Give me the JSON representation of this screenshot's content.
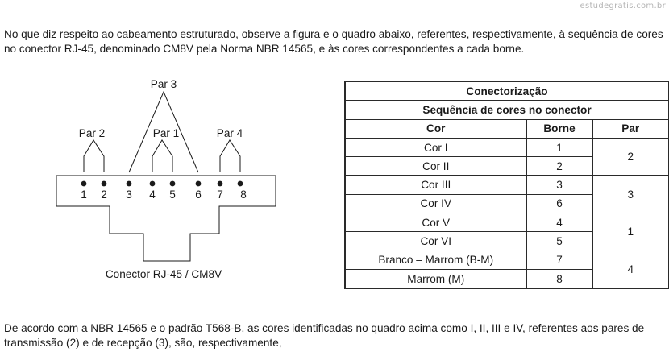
{
  "watermark": "estudegratis.com.br",
  "intro": "No que diz respeito ao cabeamento estruturado, observe a figura e o quadro abaixo, referentes, respectivamente, à sequência de cores no conector RJ-45, denominado CM8V pela Norma NBR 14565, e às cores correspondentes a cada borne.",
  "figure": {
    "pairs": {
      "par3": "Par 3",
      "par2": "Par 2",
      "par1": "Par 1",
      "par4": "Par 4"
    },
    "pins": [
      "1",
      "2",
      "3",
      "4",
      "5",
      "6",
      "7",
      "8"
    ],
    "caption": "Conector RJ-45 / CM8V"
  },
  "table": {
    "title": "Conectorização",
    "subtitle": "Sequência de cores no conector",
    "headers": {
      "cor": "Cor",
      "borne": "Borne",
      "par": "Par"
    },
    "rows": [
      {
        "cor": "Cor I",
        "borne": "1"
      },
      {
        "cor": "Cor II",
        "borne": "2"
      },
      {
        "cor": "Cor III",
        "borne": "3"
      },
      {
        "cor": "Cor IV",
        "borne": "6"
      },
      {
        "cor": "Cor V",
        "borne": "4"
      },
      {
        "cor": "Cor VI",
        "borne": "5"
      },
      {
        "cor": "Branco – Marrom (B-M)",
        "borne": "7"
      },
      {
        "cor": "Marrom (M)",
        "borne": "8"
      }
    ],
    "pairs": [
      "2",
      "3",
      "1",
      "4"
    ]
  },
  "question": "De acordo com a NBR 14565 e o padrão T568-B, as cores identificadas no quadro acima como I, II, III e IV, referentes aos pares de transmissão (2) e de recepção (3), são, respectivamente,"
}
